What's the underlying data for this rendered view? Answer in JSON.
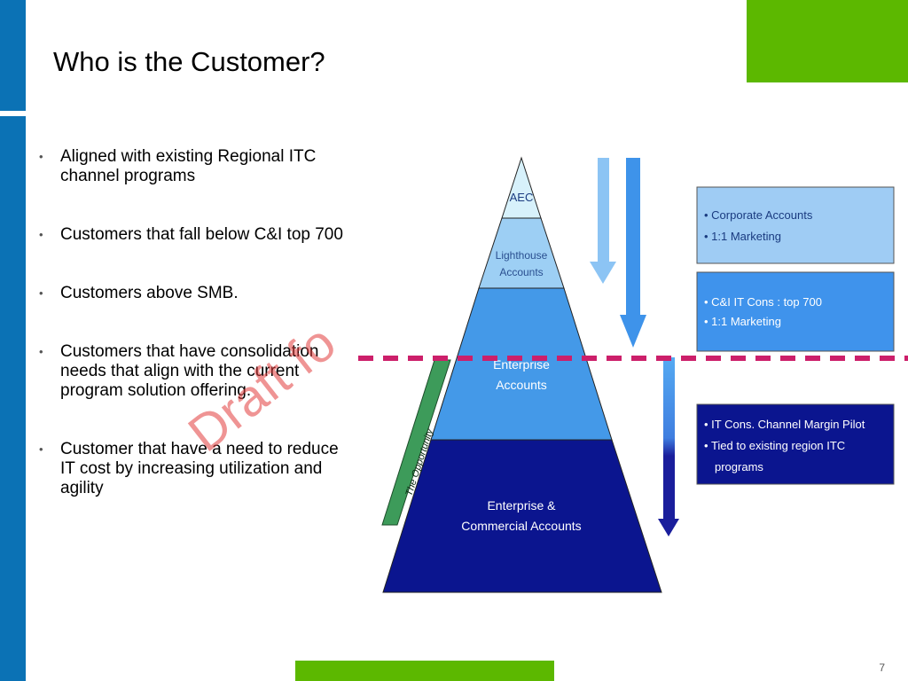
{
  "title": "Who is the Customer?",
  "bullets": [
    "Aligned with existing Regional ITC channel programs",
    "Customers that fall below C&I top 700",
    "Customers above SMB.",
    "Customers that have consolidation needs that align with the current program solution offering.",
    "Customer that have a need to reduce IT cost by increasing utilization and agility"
  ],
  "pyramid": {
    "tiers": [
      "AEC",
      "Lighthouse Accounts",
      "Enterprise Accounts",
      "Enterprise & Commercial Accounts"
    ]
  },
  "opportunity_label": "The Opportunity",
  "boxes": [
    {
      "lines": [
        "Corporate Accounts",
        "1:1 Marketing"
      ]
    },
    {
      "lines": [
        "C&I IT Cons : top 700",
        "1:1 Marketing"
      ]
    },
    {
      "lines": [
        "IT Cons. Channel Margin Pilot",
        "Tied to existing region ITC",
        "programs"
      ]
    }
  ],
  "watermark": "Draft fo",
  "page_number": "7",
  "colors": {
    "blue_bar": "#0b72b5",
    "green": "#5cb800",
    "dashed_line": "#cc1f6a",
    "tier_aec": "#d7f1fb",
    "tier_lighthouse": "#9dcff4",
    "tier_enterprise": "#4499e8",
    "tier_commercial": "#0b158f"
  }
}
